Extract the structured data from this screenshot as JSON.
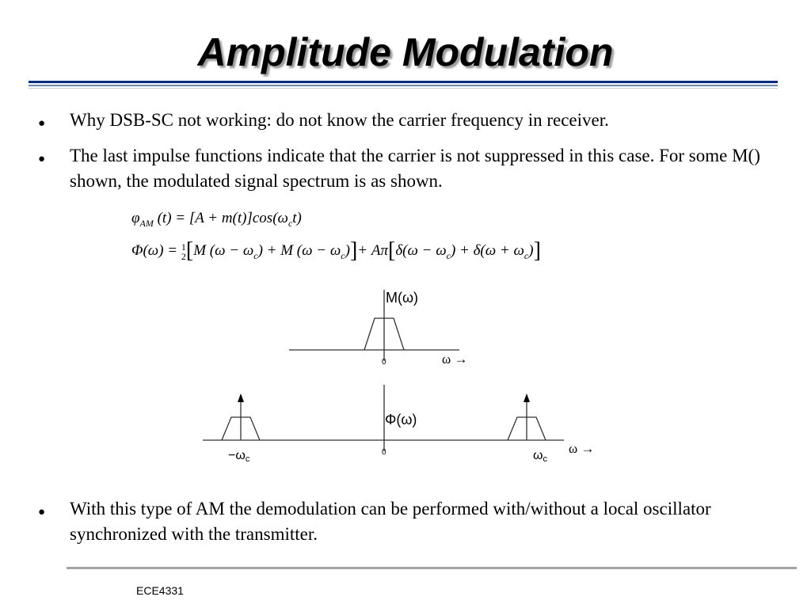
{
  "slide": {
    "title": "Amplitude Modulation",
    "bullets": [
      "Why DSB-SC not working: do not know the carrier frequency in receiver.",
      "The last impulse functions indicate that the carrier is not suppressed in this case. For some M() shown, the modulated signal spectrum is as shown.",
      "With this type of AM the demodulation can be performed with/without  a local oscillator synchronized with the transmitter."
    ],
    "bullet_glyph": "●",
    "footer": "ECE4331"
  },
  "equations": {
    "phi_am": {
      "lhs": "φ",
      "lhs_sub": "AM",
      "rhs": " (t) = [A + m(t)]cos(ω",
      "rhs_sub": "c",
      "rhs_end": "t)"
    },
    "Phi": {
      "lhs": "Φ(ω) = ",
      "frac_num": "1",
      "frac_den": "2",
      "open": "[",
      "part1": "M (ω − ω",
      "sub1": "c",
      "part2": ") + M (ω − ω",
      "sub2": "c",
      "part3": ")",
      "close": "]",
      "part4": "+ Aπ",
      "open2": "[",
      "part5": "δ(ω − ω",
      "sub5": "c",
      "part6": ") + δ(ω + ω",
      "sub6": "c",
      "part7": ")",
      "close2": "]"
    }
  },
  "diagrams": {
    "top": {
      "ylabel": "M(ω)",
      "origin_label": "0",
      "axis_label": "ω →"
    },
    "bottom": {
      "ylabel": "Φ(ω)",
      "origin_label": "0",
      "axis_label": "ω →",
      "neg_carrier_label": "−ω",
      "neg_carrier_sub": "c",
      "pos_carrier_label": "ω",
      "pos_carrier_sub": "c"
    }
  }
}
